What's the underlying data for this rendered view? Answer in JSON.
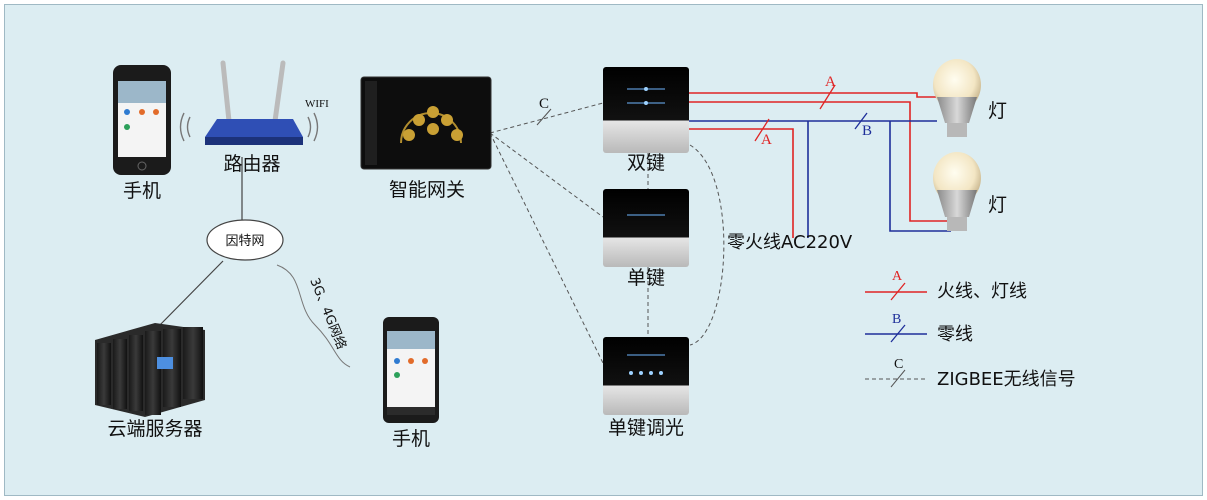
{
  "devices": {
    "phone_top": "手机",
    "router": "路由器",
    "wifi": "WIFI",
    "gateway": "智能网关",
    "internet": "因特网",
    "network": "3G、4G网络",
    "cloud": "云端服务器",
    "phone_bottom": "手机",
    "double_switch": "双键",
    "single_switch": "单键",
    "dimmer_switch": "单键调光",
    "power_label": "零火线AC220V",
    "lamp_top": "灯",
    "lamp_bottom": "灯"
  },
  "wire_tags": {
    "a": "A",
    "b": "B",
    "c": "C"
  },
  "legend": {
    "live": {
      "tag": "A",
      "text": "火线、灯线",
      "color": "#e02424"
    },
    "neutral": {
      "tag": "B",
      "text": "零线",
      "color": "#1e2f9a"
    },
    "zigbee": {
      "tag": "C",
      "text": "ZIGBEE无线信号",
      "color": "#555555"
    }
  }
}
